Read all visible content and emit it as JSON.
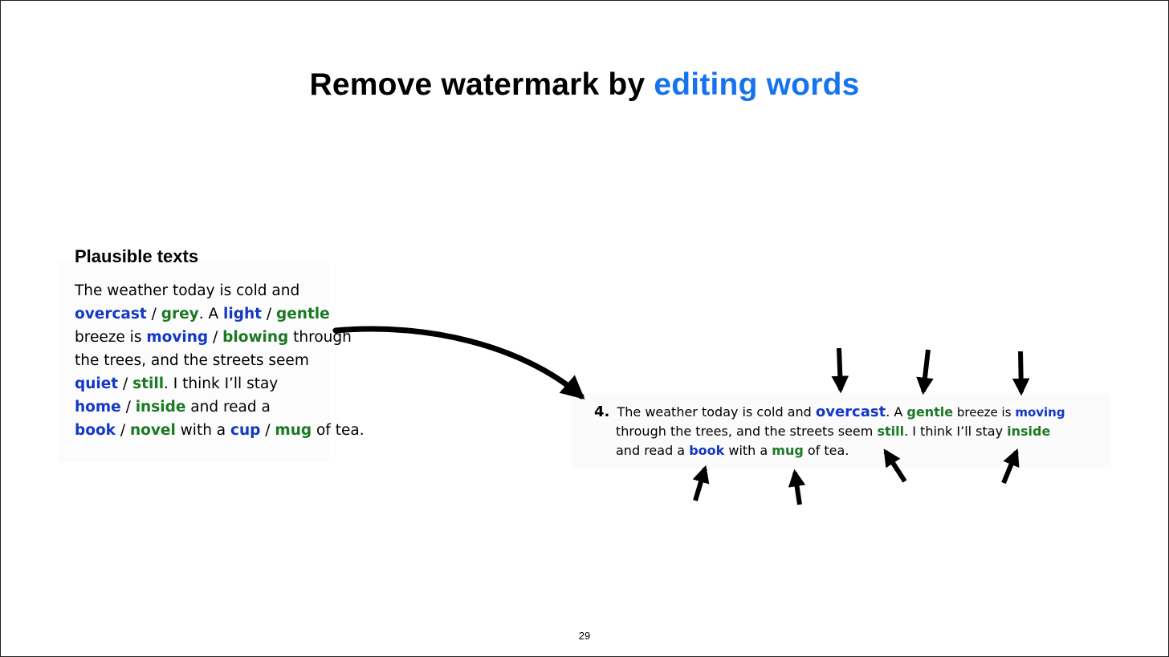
{
  "slide": {
    "title_main": "Remove watermark by",
    "title_accent": "editing words",
    "accent_color": "#1673f0",
    "page_number": "29"
  },
  "left": {
    "heading": "Plausible texts",
    "lines": [
      [
        "The weather today is cold and"
      ],
      [
        "overcast",
        " / ",
        "grey",
        ". A ",
        "light",
        " / ",
        "gentle"
      ],
      [
        "breeze is ",
        "moving",
        " / ",
        "blowing",
        " through"
      ],
      [
        "the trees, and the streets seem"
      ],
      [
        "quiet",
        " / ",
        "still",
        ". I think I’ll stay"
      ],
      [
        "home",
        " / ",
        "inside",
        " and read a"
      ],
      [
        "book",
        " / ",
        "novel",
        " with a ",
        "cup",
        " / ",
        "mug",
        " of tea."
      ]
    ]
  },
  "right": {
    "item_number": "4.",
    "lines": [
      [
        "The weather today is cold and ",
        "overcast",
        ".  A ",
        "gentle",
        " breeze is ",
        "moving"
      ],
      [
        "through the trees, and the streets seem ",
        "still",
        ".  I think I’ll stay ",
        "inside"
      ],
      [
        "and read a ",
        "book",
        " with a ",
        "mug",
        " of tea."
      ]
    ]
  },
  "colors": {
    "word_blue": "#1338c4",
    "word_green": "#1a7a22",
    "text": "#000000"
  },
  "icons": [
    "curved-arrow-icon",
    "arrow-icon"
  ]
}
